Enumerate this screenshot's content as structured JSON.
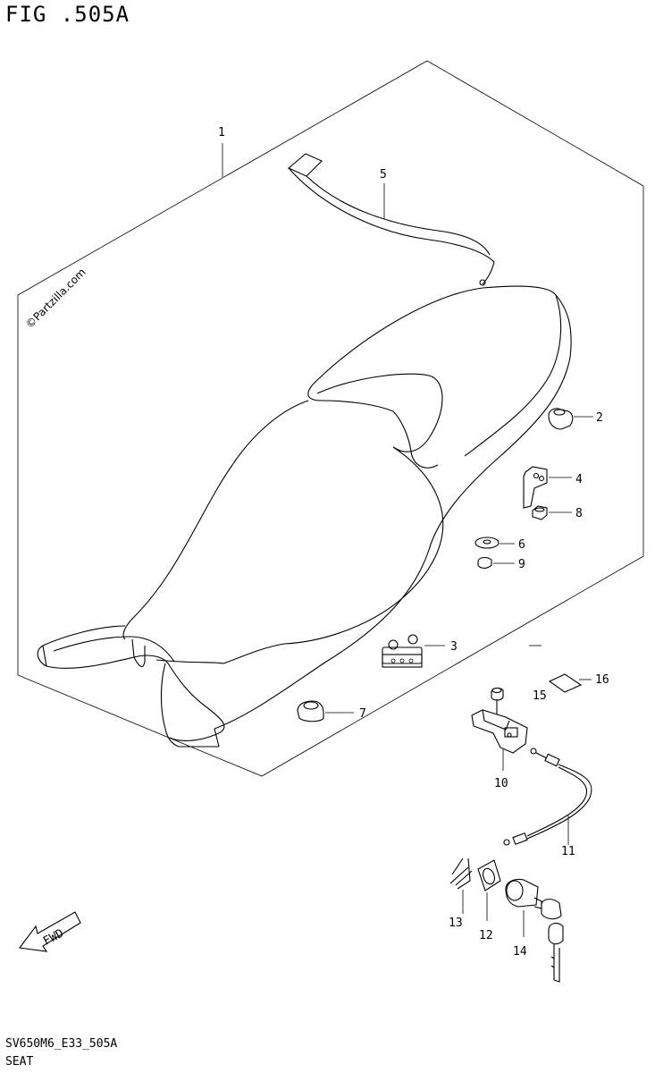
{
  "figure": {
    "title": "FIG .505A",
    "code": "SV650M6_E33_505A",
    "name": "SEAT",
    "watermark": "©Partzilla.com",
    "fwd_label": "FWD"
  },
  "callouts": [
    {
      "id": "c1",
      "label": "1"
    },
    {
      "id": "c2",
      "label": "2"
    },
    {
      "id": "c3",
      "label": "3"
    },
    {
      "id": "c4",
      "label": "4"
    },
    {
      "id": "c5",
      "label": "5"
    },
    {
      "id": "c6",
      "label": "6"
    },
    {
      "id": "c7",
      "label": "7"
    },
    {
      "id": "c8",
      "label": "8"
    },
    {
      "id": "c9",
      "label": "9"
    },
    {
      "id": "c10",
      "label": "10"
    },
    {
      "id": "c11",
      "label": "11"
    },
    {
      "id": "c12",
      "label": "12"
    },
    {
      "id": "c13",
      "label": "13"
    },
    {
      "id": "c14",
      "label": "14"
    },
    {
      "id": "c15",
      "label": "15"
    },
    {
      "id": "c16",
      "label": "16"
    }
  ]
}
